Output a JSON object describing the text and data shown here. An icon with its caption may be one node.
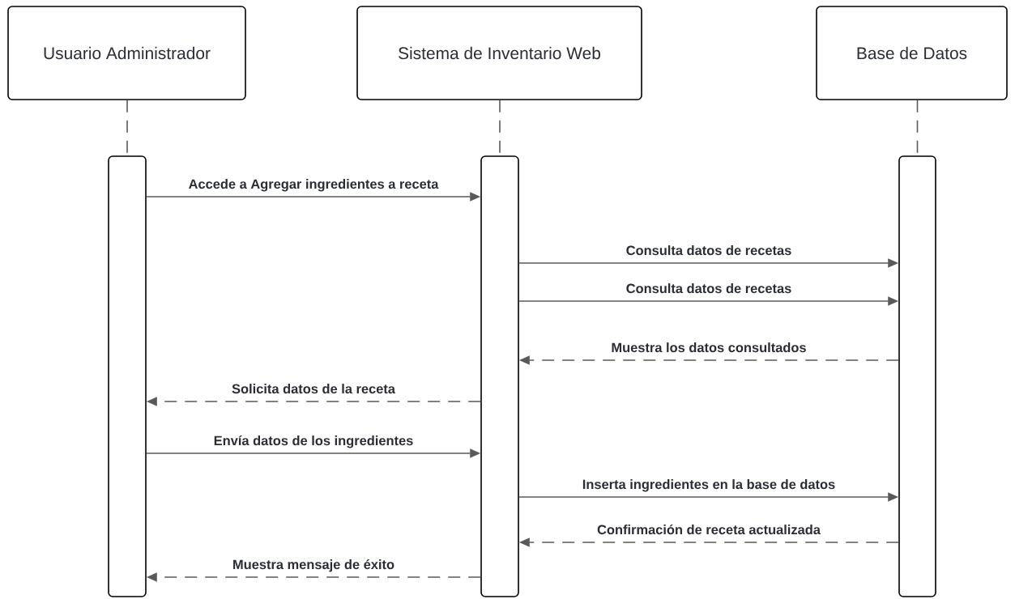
{
  "diagram": {
    "nodes": [
      {
        "text": [
          "Usuario Administrador"
        ]
      },
      {
        "text": [
          "Sistema de Inventario Web"
        ]
      },
      {
        "text": [
          "Base de Datos"
        ]
      },
      {
        "text": [],
        "shape": "bar"
      },
      {
        "text": [],
        "shape": "bar"
      },
      {
        "text": [],
        "shape": "bar"
      }
    ],
    "edges": [
      {
        "from": 0,
        "to": 3,
        "arrow": "none",
        "style": "dashed"
      },
      {
        "from": 1,
        "to": 4,
        "arrow": "none",
        "style": "dashed"
      },
      {
        "from": 2,
        "to": 5,
        "arrow": "none",
        "style": "dashed"
      },
      {
        "from": 3,
        "to": 4,
        "arrow": "to",
        "label": "Accede a Agregar ingredientes a receta"
      },
      {
        "from": 4,
        "to": 5,
        "arrow": "to",
        "label": "Consulta datos de recetas"
      },
      {
        "from": 4,
        "to": 5,
        "arrow": "to",
        "label": "Consulta datos de recetas"
      },
      {
        "from": 5,
        "to": 4,
        "arrow": "to",
        "label": "Muestra los datos consultados",
        "style": "dashed"
      },
      {
        "from": 4,
        "to": 3,
        "arrow": "to",
        "label": "Solicita datos de la receta",
        "style": "dashed"
      },
      {
        "from": 3,
        "to": 4,
        "arrow": "to",
        "label": "Envía datos de los ingredientes"
      },
      {
        "from": 4,
        "to": 5,
        "arrow": "to",
        "label": "Inserta ingredientes en la base de datos"
      },
      {
        "from": 5,
        "to": 4,
        "arrow": "to",
        "label": "Confirmación de receta actualizada",
        "style": "dashed"
      },
      {
        "from": 4,
        "to": 3,
        "arrow": "to",
        "label": "Muestra mensaje de éxito",
        "style": "dashed"
      }
    ]
  }
}
